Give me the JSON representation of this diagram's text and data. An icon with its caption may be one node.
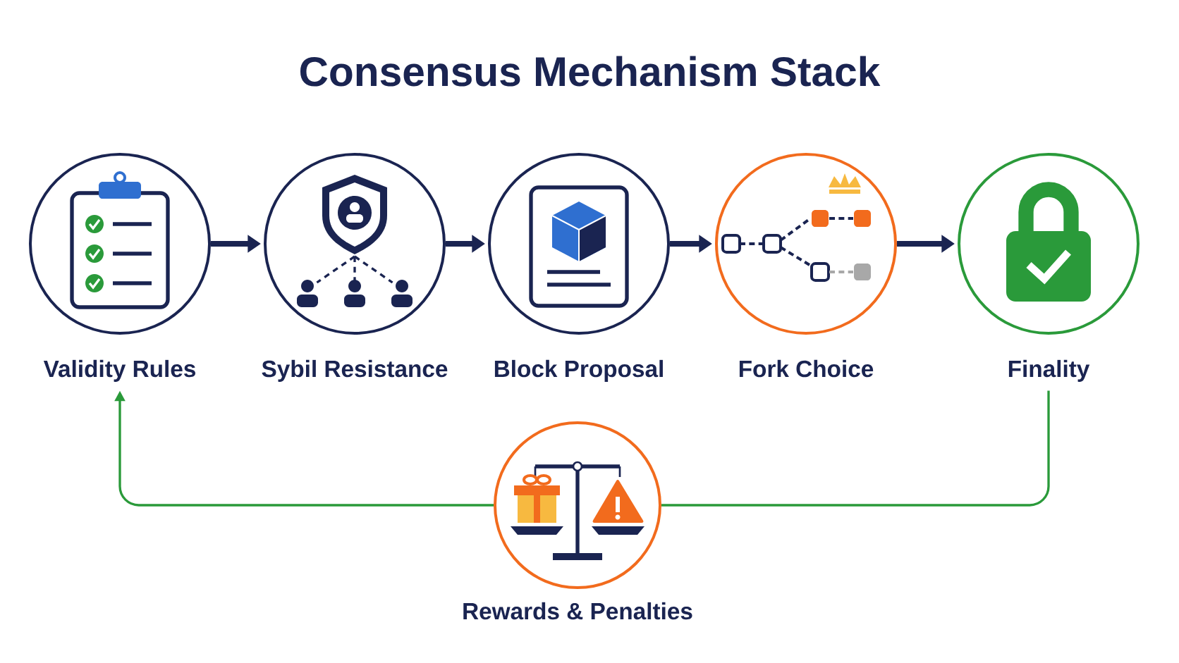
{
  "diagram": {
    "title": "Consensus Mechanism Stack",
    "nodes": [
      {
        "text": [
          "Validity Rules"
        ]
      },
      {
        "text": [
          "Sybil Resistance"
        ]
      },
      {
        "text": [
          "Block Proposal"
        ]
      },
      {
        "text": [
          "Fork Choice"
        ]
      },
      {
        "text": [
          "Finality"
        ]
      },
      {
        "text": [
          "Rewards & Penalties"
        ]
      }
    ],
    "edges": [
      {
        "from": 0,
        "to": 1,
        "arrow": "to"
      },
      {
        "from": 1,
        "to": 2,
        "arrow": "to"
      },
      {
        "from": 2,
        "to": 3,
        "arrow": "to"
      },
      {
        "from": 3,
        "to": 4,
        "arrow": "to"
      },
      {
        "from": 4,
        "to": 5,
        "arrow": "none",
        "color": "#2a9a3a"
      },
      {
        "from": 5,
        "to": 0,
        "arrow": "to",
        "color": "#2a9a3a"
      }
    ]
  }
}
